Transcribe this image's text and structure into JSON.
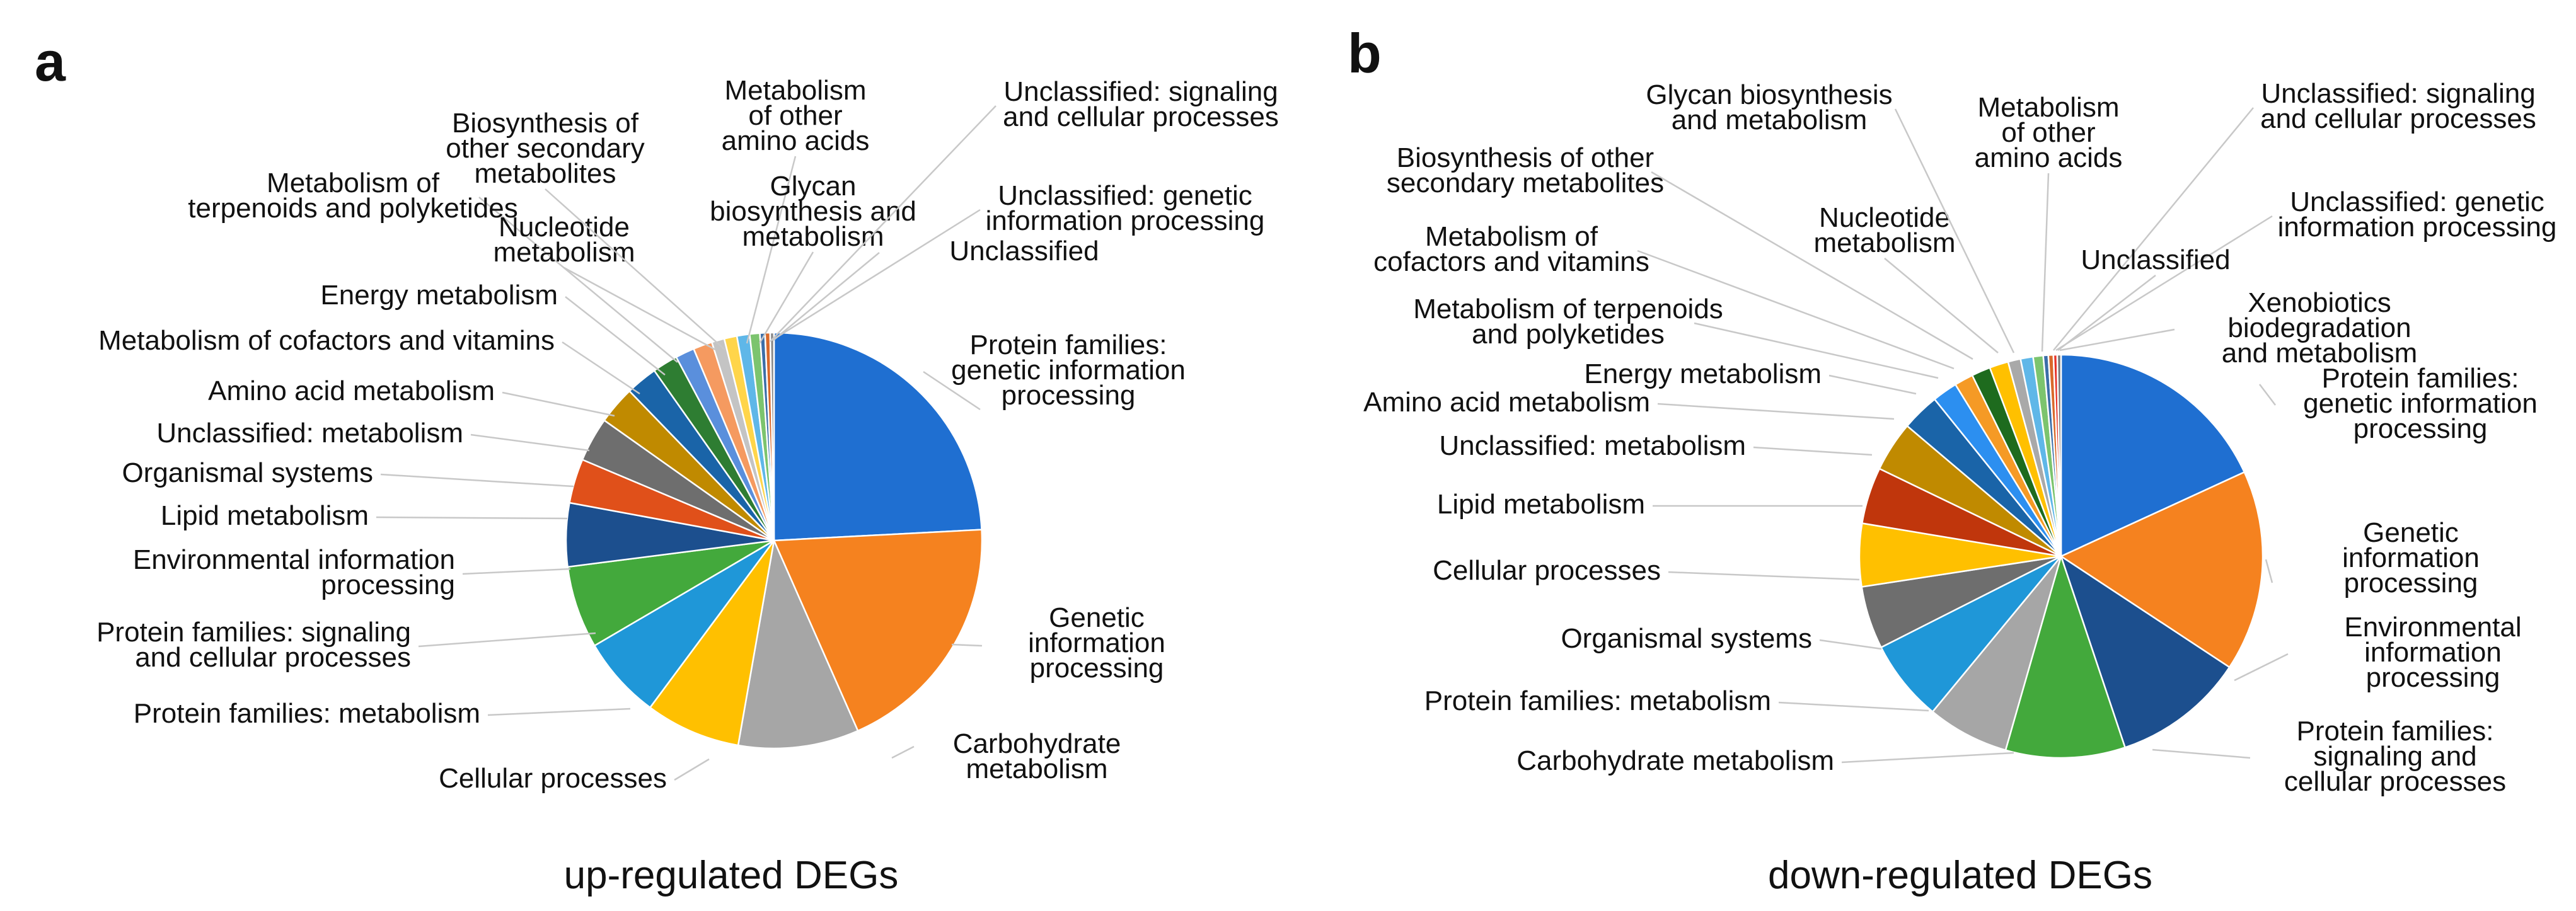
{
  "chart_data": [
    {
      "type": "pie",
      "panel": "a",
      "caption": "up-regulated DEGs",
      "slices": [
        {
          "label": [
            "Protein families:",
            "genetic information",
            "processing"
          ],
          "value": 24.5,
          "color": "#1f6fd1"
        },
        {
          "label": [
            "Genetic",
            "information",
            "processing"
          ],
          "value": 19.5,
          "color": "#f5821f"
        },
        {
          "label": [
            "Carbohydrate",
            "metabolism"
          ],
          "value": 9.5,
          "color": "#a6a6a6"
        },
        {
          "label": [
            "Cellular processes"
          ],
          "value": 7.5,
          "color": "#ffc000"
        },
        {
          "label": [
            "Protein families: metabolism"
          ],
          "value": 6.5,
          "color": "#1f97d8"
        },
        {
          "label": [
            "Protein families: signaling",
            "and cellular processes"
          ],
          "value": 6.5,
          "color": "#43a93c"
        },
        {
          "label": [
            "Environmental information",
            "processing"
          ],
          "value": 5.0,
          "color": "#1c4f8e"
        },
        {
          "label": [
            "Lipid metabolism"
          ],
          "value": 3.5,
          "color": "#e0501a"
        },
        {
          "label": [
            "Organismal systems"
          ],
          "value": 3.5,
          "color": "#6e6e6e"
        },
        {
          "label": [
            "Unclassified: metabolism"
          ],
          "value": 3.0,
          "color": "#c08a00"
        },
        {
          "label": [
            "Amino acid metabolism"
          ],
          "value": 2.5,
          "color": "#1a64a8"
        },
        {
          "label": [
            "Metabolism of cofactors and vitamins"
          ],
          "value": 2.0,
          "color": "#2e7d32"
        },
        {
          "label": [
            "Energy metabolism"
          ],
          "value": 1.5,
          "color": "#5a8fdc"
        },
        {
          "label": [
            "Metabolism of",
            "terpenoids and polyketides"
          ],
          "value": 1.5,
          "color": "#f59a60"
        },
        {
          "label": [
            "Nucleotide",
            "metabolism"
          ],
          "value": 1.0,
          "color": "#c4c4c4"
        },
        {
          "label": [
            "Biosynthesis of",
            "other secondary",
            "metabolites"
          ],
          "value": 1.0,
          "color": "#ffd54a"
        },
        {
          "label": [
            "Metabolism",
            "of other",
            "amino acids"
          ],
          "value": 1.0,
          "color": "#5fb7e8"
        },
        {
          "label": [
            "Glycan",
            "biosynthesis and",
            "metabolism"
          ],
          "value": 0.8,
          "color": "#7cc46e"
        },
        {
          "label": [
            "Unclassified: signaling",
            "and cellular processes"
          ],
          "value": 0.4,
          "color": "#3b6ea8"
        },
        {
          "label": [
            "Unclassified: genetic",
            "information processing"
          ],
          "value": 0.4,
          "color": "#d9692b"
        },
        {
          "label": [
            "Unclassified"
          ],
          "value": 0.3,
          "color": "#8a8a8a"
        }
      ]
    },
    {
      "type": "pie",
      "panel": "b",
      "caption": "down-regulated DEGs",
      "slices": [
        {
          "label": [
            "Protein families:",
            "genetic information",
            "processing"
          ],
          "value": 18.0,
          "color": "#1f6fd1"
        },
        {
          "label": [
            "Genetic",
            "information",
            "processing"
          ],
          "value": 16.0,
          "color": "#f5821f"
        },
        {
          "label": [
            "Environmental",
            "information",
            "processing"
          ],
          "value": 10.5,
          "color": "#1c4f8e"
        },
        {
          "label": [
            "Protein families:",
            "signaling and",
            "cellular processes"
          ],
          "value": 9.5,
          "color": "#43a93c"
        },
        {
          "label": [
            "Carbohydrate metabolism"
          ],
          "value": 6.5,
          "color": "#a6a6a6"
        },
        {
          "label": [
            "Protein families: metabolism"
          ],
          "value": 6.5,
          "color": "#1f97d8"
        },
        {
          "label": [
            "Organismal systems"
          ],
          "value": 5.0,
          "color": "#6e6e6e"
        },
        {
          "label": [
            "Cellular processes"
          ],
          "value": 5.0,
          "color": "#ffc000"
        },
        {
          "label": [
            "Lipid metabolism"
          ],
          "value": 4.5,
          "color": "#c0360c"
        },
        {
          "label": [
            "Unclassified: metabolism"
          ],
          "value": 4.0,
          "color": "#c08a00"
        },
        {
          "label": [
            "Amino acid metabolism"
          ],
          "value": 3.0,
          "color": "#1a64a8"
        },
        {
          "label": [
            "Energy metabolism"
          ],
          "value": 2.0,
          "color": "#2c8ff0"
        },
        {
          "label": [
            "Metabolism of terpenoids",
            "and polyketides"
          ],
          "value": 1.5,
          "color": "#f59a25"
        },
        {
          "label": [
            "Metabolism of",
            "cofactors and vitamins"
          ],
          "value": 1.5,
          "color": "#1e6b1e"
        },
        {
          "label": [
            "Biosynthesis of other",
            "secondary metabolites"
          ],
          "value": 1.5,
          "color": "#ffc000"
        },
        {
          "label": [
            "Nucleotide",
            "metabolism"
          ],
          "value": 1.0,
          "color": "#a9a9a9"
        },
        {
          "label": [
            "Glycan biosynthesis",
            "and metabolism"
          ],
          "value": 1.0,
          "color": "#5fb7e8"
        },
        {
          "label": [
            "Metabolism",
            "of other",
            "amino acids"
          ],
          "value": 0.8,
          "color": "#7cc46e"
        },
        {
          "label": [
            "Unclassified: signaling",
            "and cellular processes"
          ],
          "value": 0.4,
          "color": "#3b6ea8"
        },
        {
          "label": [
            "Unclassified: genetic",
            "information processing"
          ],
          "value": 0.4,
          "color": "#d9692b"
        },
        {
          "label": [
            "Unclassified"
          ],
          "value": 0.3,
          "color": "#e6332a"
        },
        {
          "label": [
            "Xenobiotics",
            "biodegradation",
            "and metabolism"
          ],
          "value": 0.3,
          "color": "#7a7a7a"
        }
      ]
    }
  ]
}
